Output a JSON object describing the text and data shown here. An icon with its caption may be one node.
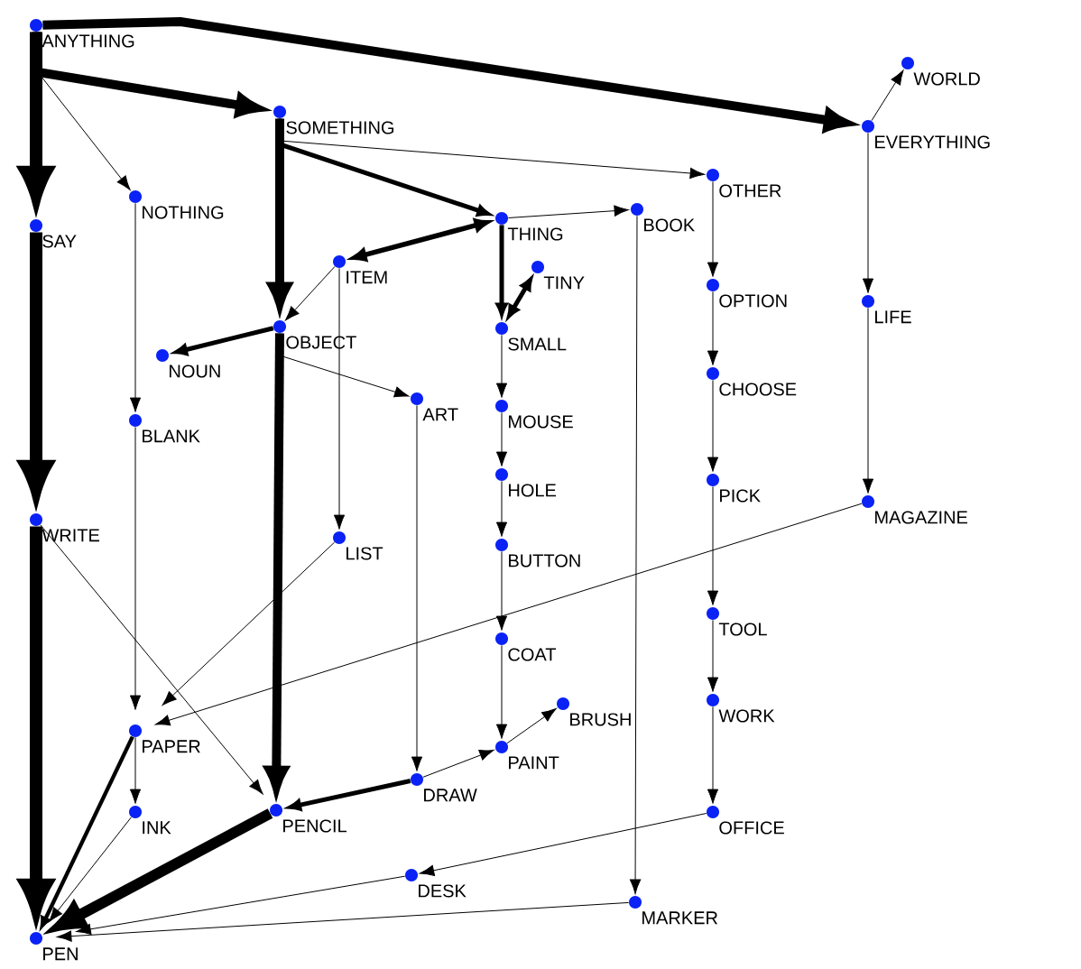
{
  "diagram": {
    "nodes": [
      {
        "text": [
          "ANYTHING"
        ]
      },
      {
        "text": [
          "SOMETHING"
        ]
      },
      {
        "text": [
          "EVERYTHING"
        ]
      },
      {
        "text": [
          "WORLD"
        ]
      },
      {
        "text": [
          "NOTHING"
        ]
      },
      {
        "text": [
          "SAY"
        ]
      },
      {
        "text": [
          "THING"
        ]
      },
      {
        "text": [
          "OTHER"
        ]
      },
      {
        "text": [
          "BOOK"
        ]
      },
      {
        "text": [
          "ITEM"
        ]
      },
      {
        "text": [
          "TINY"
        ]
      },
      {
        "text": [
          "OBJECT"
        ]
      },
      {
        "text": [
          "SMALL"
        ]
      },
      {
        "text": [
          "OPTION"
        ]
      },
      {
        "text": [
          "LIFE"
        ]
      },
      {
        "text": [
          "NOUN"
        ]
      },
      {
        "text": [
          "CHOOSE"
        ]
      },
      {
        "text": [
          "ART"
        ]
      },
      {
        "text": [
          "MOUSE"
        ]
      },
      {
        "text": [
          "BLANK"
        ]
      },
      {
        "text": [
          "HOLE"
        ]
      },
      {
        "text": [
          "PICK"
        ]
      },
      {
        "text": [
          "WRITE"
        ]
      },
      {
        "text": [
          "LIST"
        ]
      },
      {
        "text": [
          "MAGAZINE"
        ]
      },
      {
        "text": [
          "BUTTON"
        ]
      },
      {
        "text": [
          "COAT"
        ]
      },
      {
        "text": [
          "TOOL"
        ]
      },
      {
        "text": [
          "BRUSH"
        ]
      },
      {
        "text": [
          "WORK"
        ]
      },
      {
        "text": [
          "PAPER"
        ]
      },
      {
        "text": [
          "PAINT"
        ]
      },
      {
        "text": [
          "DRAW"
        ]
      },
      {
        "text": [
          "INK"
        ]
      },
      {
        "text": [
          "PENCIL"
        ]
      },
      {
        "text": [
          "OFFICE"
        ]
      },
      {
        "text": [
          "DESK"
        ]
      },
      {
        "text": [
          "MARKER"
        ]
      },
      {
        "text": [
          "PEN"
        ]
      }
    ],
    "edges": [
      {
        "from": 0,
        "to": 5,
        "arrow": "to",
        "style": "thick"
      },
      {
        "from": 5,
        "to": 22,
        "arrow": "to",
        "style": "thick"
      },
      {
        "from": 22,
        "to": 38,
        "arrow": "to",
        "style": "thick"
      },
      {
        "from": 0,
        "to": 1,
        "arrow": "to",
        "style": "thick"
      },
      {
        "from": 0,
        "to": 2,
        "arrow": "to",
        "style": "thick"
      },
      {
        "from": 0,
        "to": 4,
        "arrow": "to"
      },
      {
        "from": 1,
        "to": 11,
        "arrow": "to",
        "style": "thick"
      },
      {
        "from": 11,
        "to": 34,
        "arrow": "to",
        "style": "thick"
      },
      {
        "from": 1,
        "to": 6,
        "arrow": "to",
        "style": "thick"
      },
      {
        "from": 1,
        "to": 7,
        "arrow": "to"
      },
      {
        "from": 6,
        "to": 9,
        "arrow": "both",
        "style": "thick"
      },
      {
        "from": 6,
        "to": 8,
        "arrow": "to"
      },
      {
        "from": 6,
        "to": 12,
        "arrow": "to",
        "style": "thick"
      },
      {
        "from": 10,
        "to": 12,
        "arrow": "both",
        "style": "thick"
      },
      {
        "from": 9,
        "to": 11,
        "arrow": "to"
      },
      {
        "from": 9,
        "to": 23,
        "arrow": "to"
      },
      {
        "from": 11,
        "to": 15,
        "arrow": "to",
        "style": "thick"
      },
      {
        "from": 11,
        "to": 17,
        "arrow": "to"
      },
      {
        "from": 4,
        "to": 19,
        "arrow": "to"
      },
      {
        "from": 19,
        "to": 30,
        "arrow": "to"
      },
      {
        "from": 12,
        "to": 18,
        "arrow": "to"
      },
      {
        "from": 18,
        "to": 20,
        "arrow": "to"
      },
      {
        "from": 20,
        "to": 25,
        "arrow": "to"
      },
      {
        "from": 25,
        "to": 26,
        "arrow": "to"
      },
      {
        "from": 26,
        "to": 31,
        "arrow": "to"
      },
      {
        "from": 31,
        "to": 28,
        "arrow": "to"
      },
      {
        "from": 32,
        "to": 31,
        "arrow": "to"
      },
      {
        "from": 17,
        "to": 32,
        "arrow": "to"
      },
      {
        "from": 32,
        "to": 34,
        "arrow": "to",
        "style": "thick"
      },
      {
        "from": 8,
        "to": 37,
        "arrow": "to"
      },
      {
        "from": 7,
        "to": 13,
        "arrow": "to"
      },
      {
        "from": 13,
        "to": 16,
        "arrow": "to"
      },
      {
        "from": 16,
        "to": 21,
        "arrow": "to"
      },
      {
        "from": 21,
        "to": 27,
        "arrow": "to"
      },
      {
        "from": 27,
        "to": 29,
        "arrow": "to"
      },
      {
        "from": 29,
        "to": 35,
        "arrow": "to"
      },
      {
        "from": 2,
        "to": 14,
        "arrow": "to"
      },
      {
        "from": 14,
        "to": 24,
        "arrow": "to"
      },
      {
        "from": 2,
        "to": 3,
        "arrow": "to"
      },
      {
        "from": 24,
        "to": 30,
        "arrow": "to"
      },
      {
        "from": 23,
        "to": 30,
        "arrow": "to"
      },
      {
        "from": 22,
        "to": 34,
        "arrow": "to"
      },
      {
        "from": 30,
        "to": 33,
        "arrow": "to"
      },
      {
        "from": 30,
        "to": 38,
        "arrow": "to",
        "style": "thick"
      },
      {
        "from": 33,
        "to": 38,
        "arrow": "to"
      },
      {
        "from": 34,
        "to": 38,
        "arrow": "to",
        "style": "thick"
      },
      {
        "from": 35,
        "to": 36,
        "arrow": "to"
      },
      {
        "from": 36,
        "to": 38,
        "arrow": "to"
      },
      {
        "from": 37,
        "to": 38,
        "arrow": "to"
      }
    ]
  }
}
